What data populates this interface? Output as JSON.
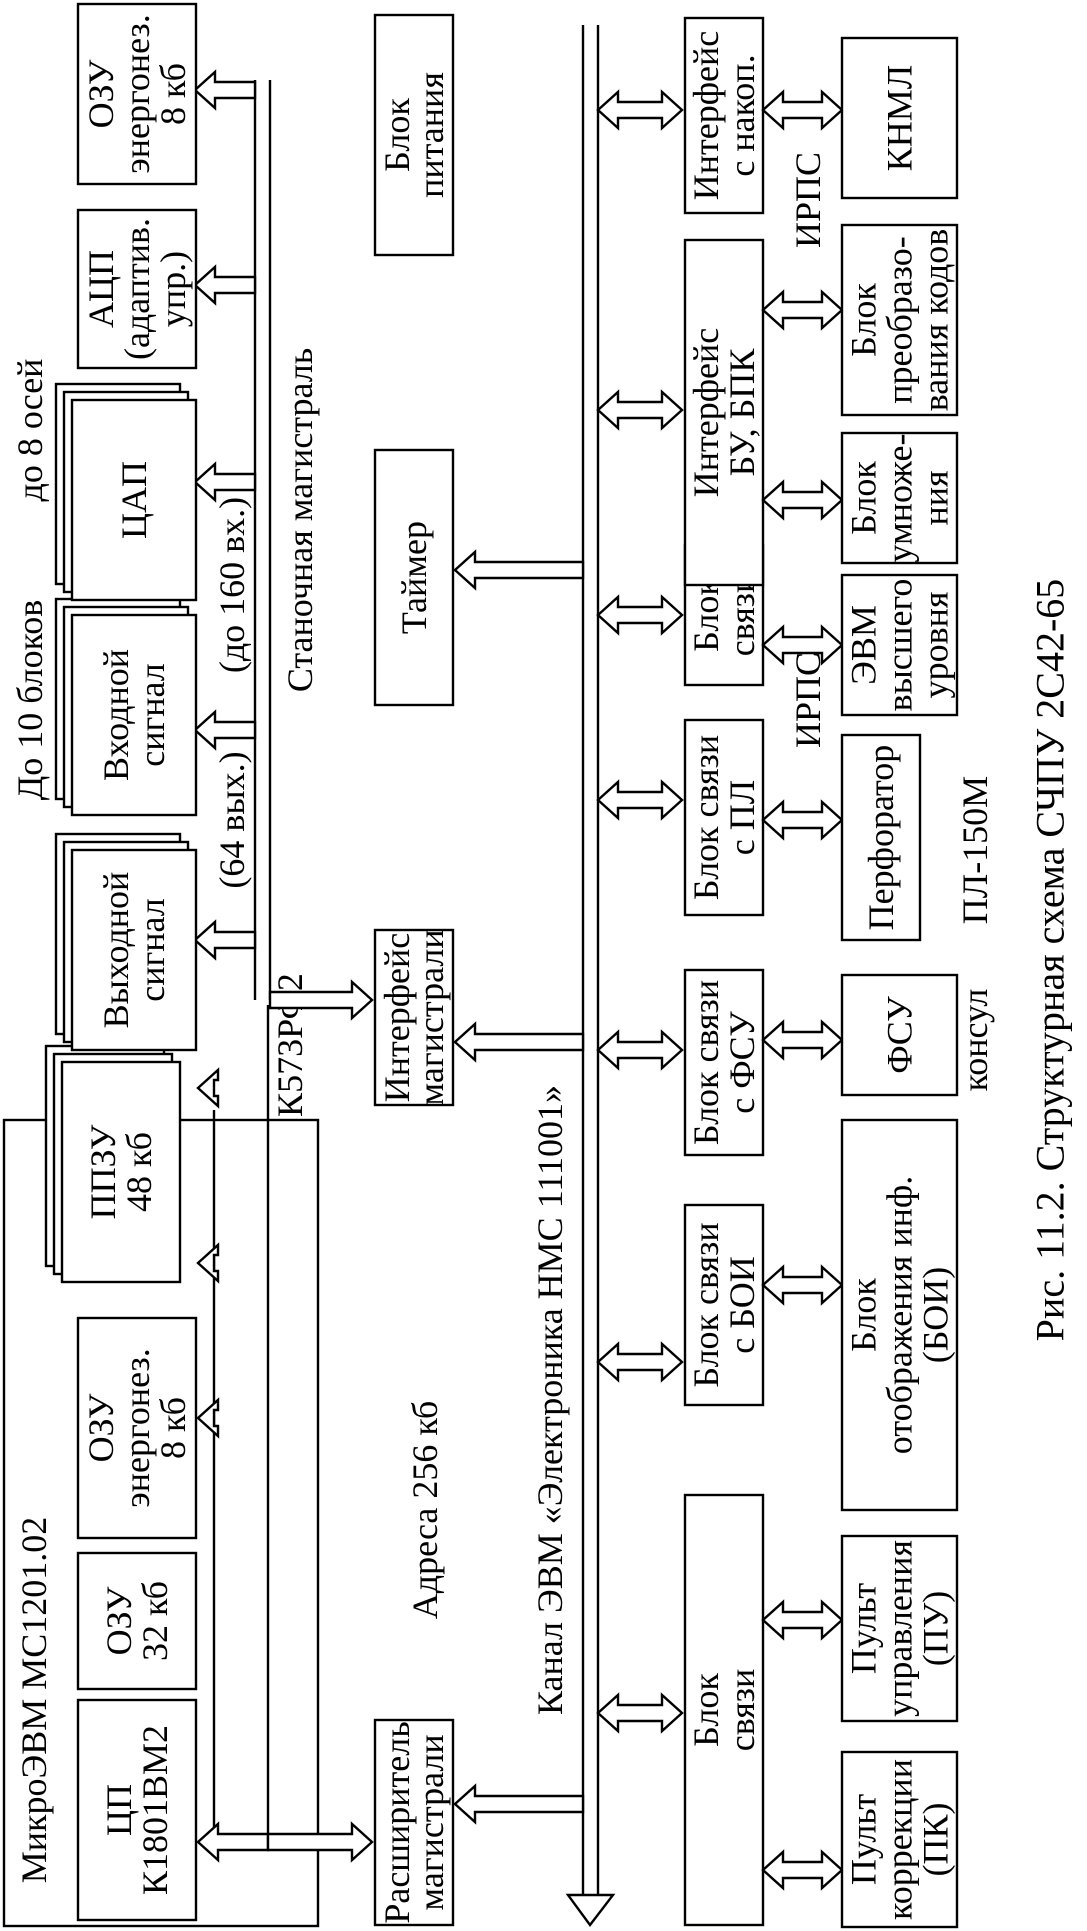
{
  "caption": "Рис. 11.2. Структурная схема СЧПУ 2С42-65",
  "bus_labels": {
    "machine_bus": "Станочная магистраль",
    "computer_channel": "Канал ЭВМ «Электроника НМС 111001»",
    "addresses": "Адреса 256 кб"
  },
  "micro_group": {
    "title": "МикроЭВМ МС1201.02",
    "chip": "К573РФ2"
  },
  "annotations": {
    "up_to_10_blocks": "До 10 блоков",
    "up_to_8_axes": "до 8 осей",
    "outputs_64": "(64 вых.)",
    "inputs_160": "(до 160 вх.)",
    "irps_1": "ИРПС",
    "irps_2": "ИРПС",
    "pl_150m": "ПЛ-150М",
    "consul": "консул"
  },
  "blocks": {
    "cpu": [
      "ЦП",
      "К1801ВМ2"
    ],
    "ram32": [
      "ОЗУ",
      "32 кб"
    ],
    "ram_nv_micro": [
      "ОЗУ",
      "энергонез.",
      "8 кб"
    ],
    "prom": [
      "ППЗУ",
      "48 кб"
    ],
    "bus_expander": [
      "Расширитель",
      "магистрали"
    ],
    "bus_interface": [
      "Интерфейс",
      "магистрали"
    ],
    "timer": [
      "Таймер"
    ],
    "power": [
      "Блок",
      "питания"
    ],
    "output_signal": [
      "Выходной",
      "сигнал"
    ],
    "input_signal": [
      "Входной",
      "сигнал"
    ],
    "dac": [
      "ЦАП"
    ],
    "adc": [
      "АЦП",
      "(адаптив.",
      "упр.)"
    ],
    "ram_nv_machine": [
      "ОЗУ",
      "энергонез.",
      "8 кб"
    ],
    "comm_block": [
      "Блок",
      "связи"
    ],
    "comm_boi": [
      "Блок связи",
      "с БОИ"
    ],
    "comm_fsu": [
      "Блок связи",
      "с ФСУ"
    ],
    "comm_pl": [
      "Блок связи",
      "с ПЛ"
    ],
    "comm_block2": [
      "Блок",
      "связи"
    ],
    "iface_bu_bpk": [
      "Интерфейс",
      "БУ, БПК"
    ],
    "iface_storage": [
      "Интерфейс",
      "с накоп."
    ],
    "correction_panel": [
      "Пульт",
      "коррекции",
      "(ПК)"
    ],
    "control_panel": [
      "Пульт",
      "управления",
      "(ПУ)"
    ],
    "display_unit": [
      "Блок",
      "отображения инф.",
      "(БОИ)"
    ],
    "fsu": [
      "ФСУ"
    ],
    "perforator": [
      "Перфоратор"
    ],
    "upper_computer": [
      "ЭВМ",
      "высшего",
      "уровня"
    ],
    "multiplier": [
      "Блок",
      "умноже-",
      "ния"
    ],
    "code_converter": [
      "Блок",
      "преобразо-",
      "вания кодов"
    ],
    "knml": [
      "КНМЛ"
    ]
  }
}
